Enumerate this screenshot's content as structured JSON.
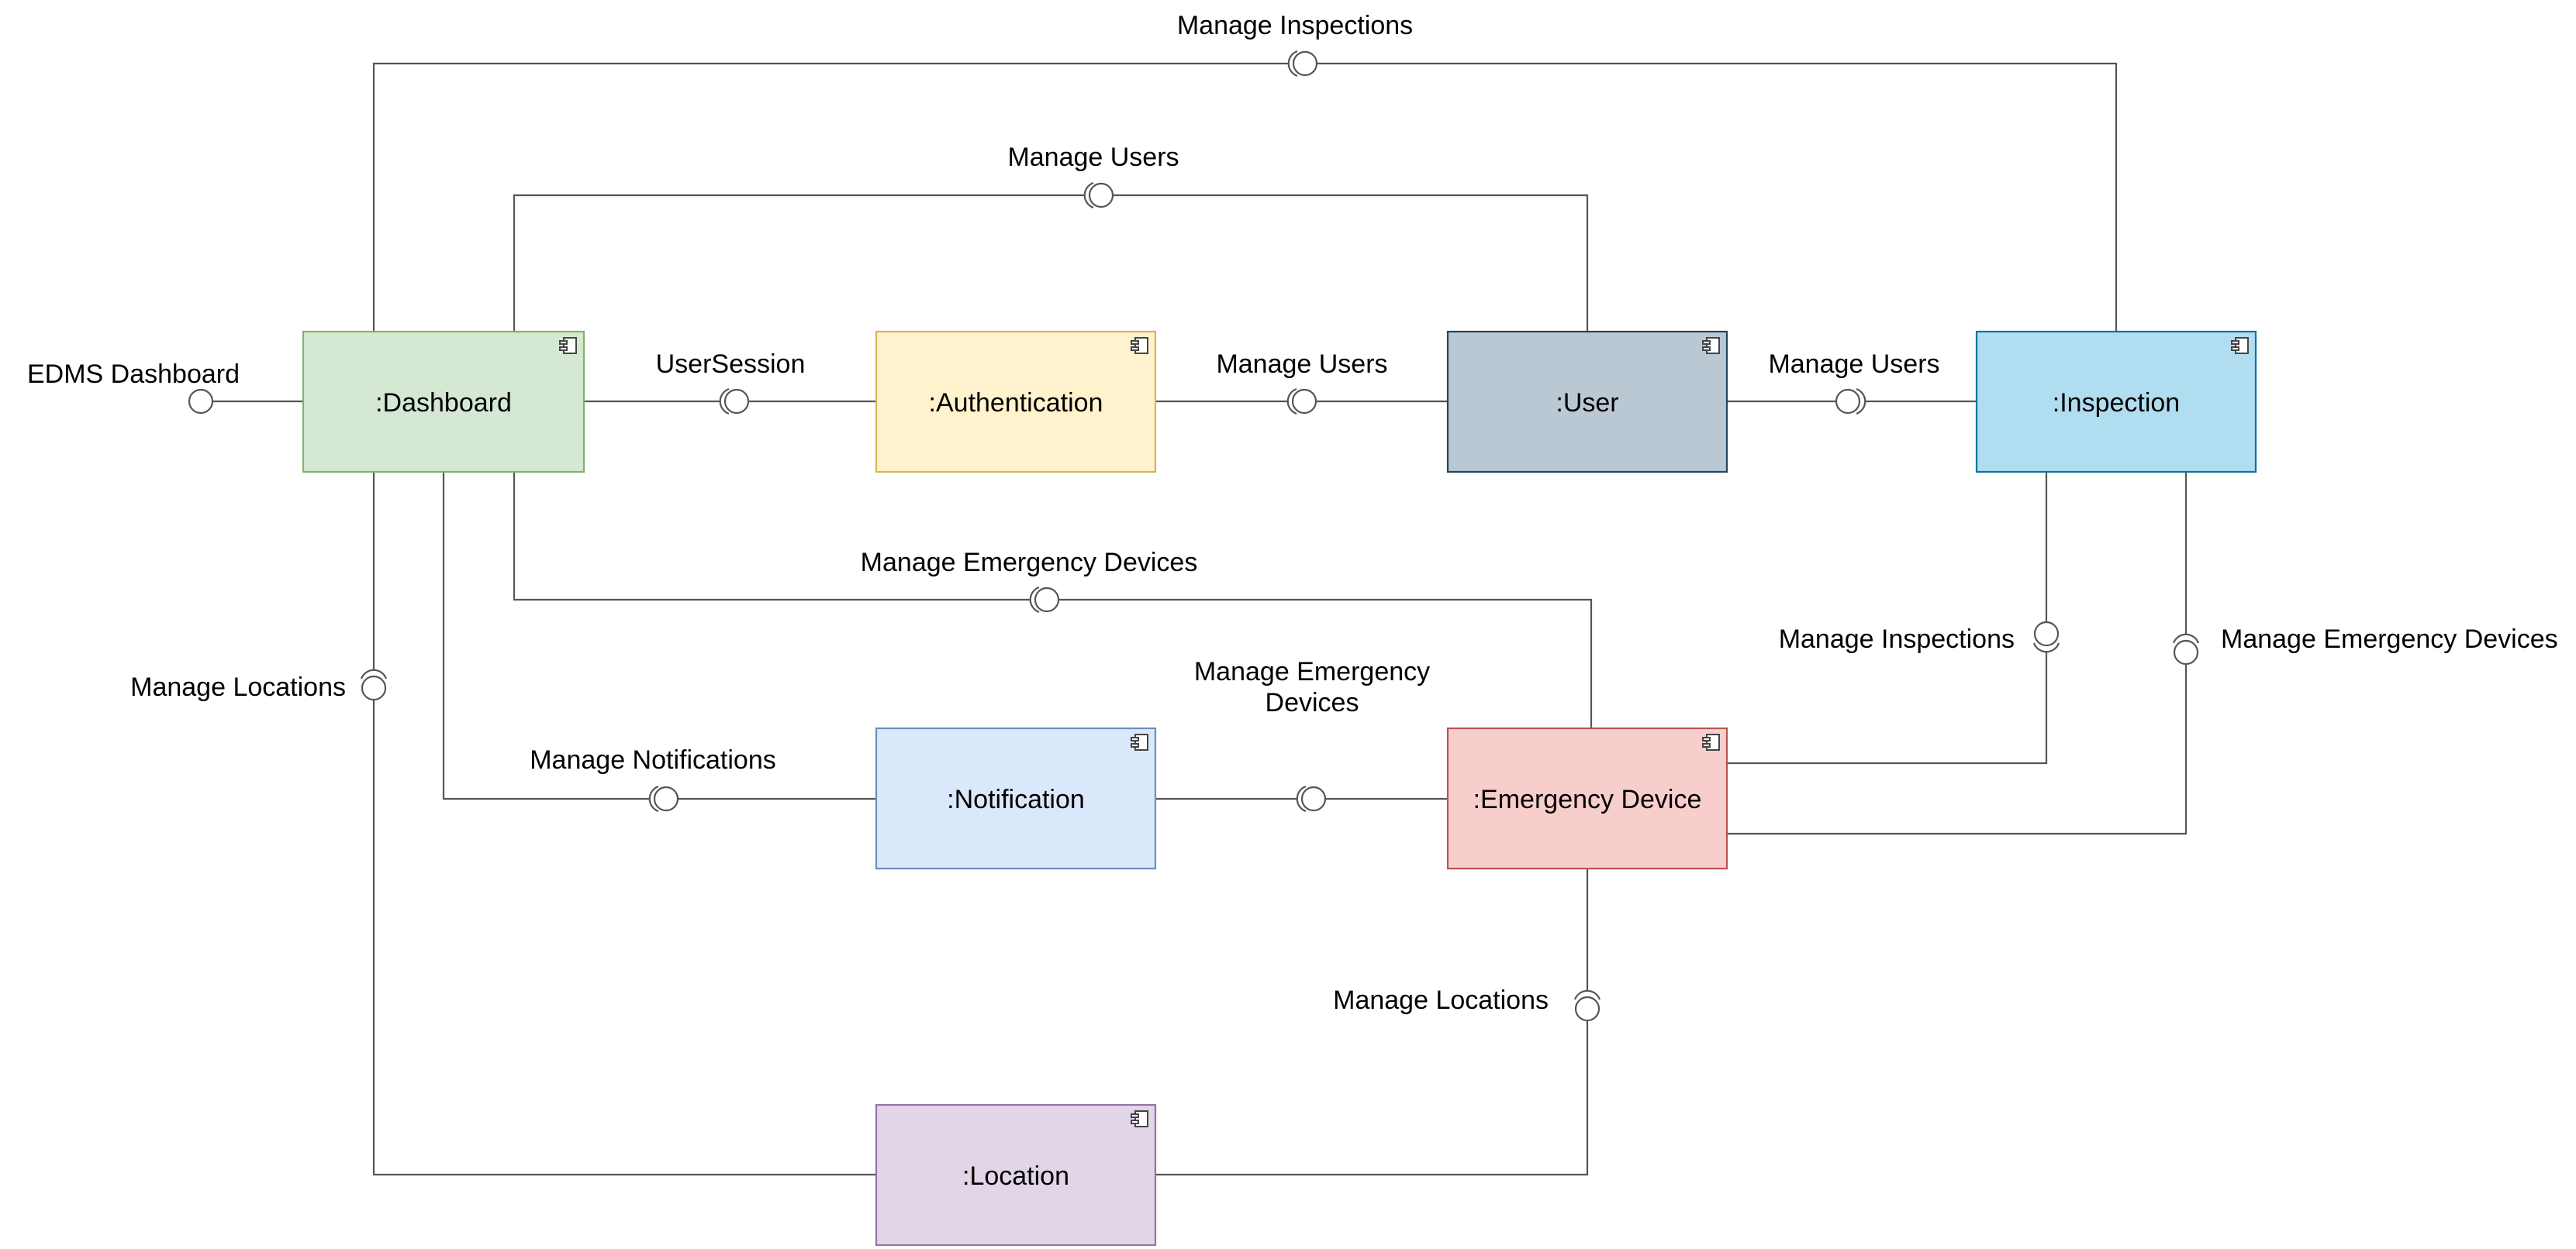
{
  "components": {
    "dashboard": {
      "label": ":Dashboard",
      "fill": "#d5e8d4",
      "stroke": "#82b366"
    },
    "authentication": {
      "label": ":Authentication",
      "fill": "#fff2cc",
      "stroke": "#d6b656"
    },
    "user": {
      "label": ":User",
      "fill": "#bac8d3",
      "stroke": "#23445d"
    },
    "inspection": {
      "label": ":Inspection",
      "fill": "#b1ddf0",
      "stroke": "#10739e"
    },
    "notification": {
      "label": ":Notification",
      "fill": "#dae8fc",
      "stroke": "#6c8ebf"
    },
    "emergency_device": {
      "label": ":Emergency Device",
      "fill": "#f8cecc",
      "stroke": "#b85450"
    },
    "location": {
      "label": ":Location",
      "fill": "#e1d5e7",
      "stroke": "#9673a6"
    }
  },
  "interfaces": {
    "edms_dashboard": "EDMS Dashboard",
    "user_session": "UserSession",
    "manage_users_auth_user": "Manage Users",
    "manage_users_user_inspection": "Manage Users",
    "manage_users_dashboard_user": "Manage Users",
    "manage_inspections_top": "Manage Inspections",
    "manage_emergency_devices_dashboard": "Manage Emergency Devices",
    "manage_emergency_devices_notification_line1": "Manage Emergency",
    "manage_emergency_devices_notification_line2": "Devices",
    "manage_notifications": "Manage Notifications",
    "manage_locations_dashboard": "Manage Locations",
    "manage_locations_device": "Manage Locations",
    "manage_inspections_device": "Manage Inspections",
    "manage_emergency_devices_inspection": "Manage Emergency Devices"
  }
}
